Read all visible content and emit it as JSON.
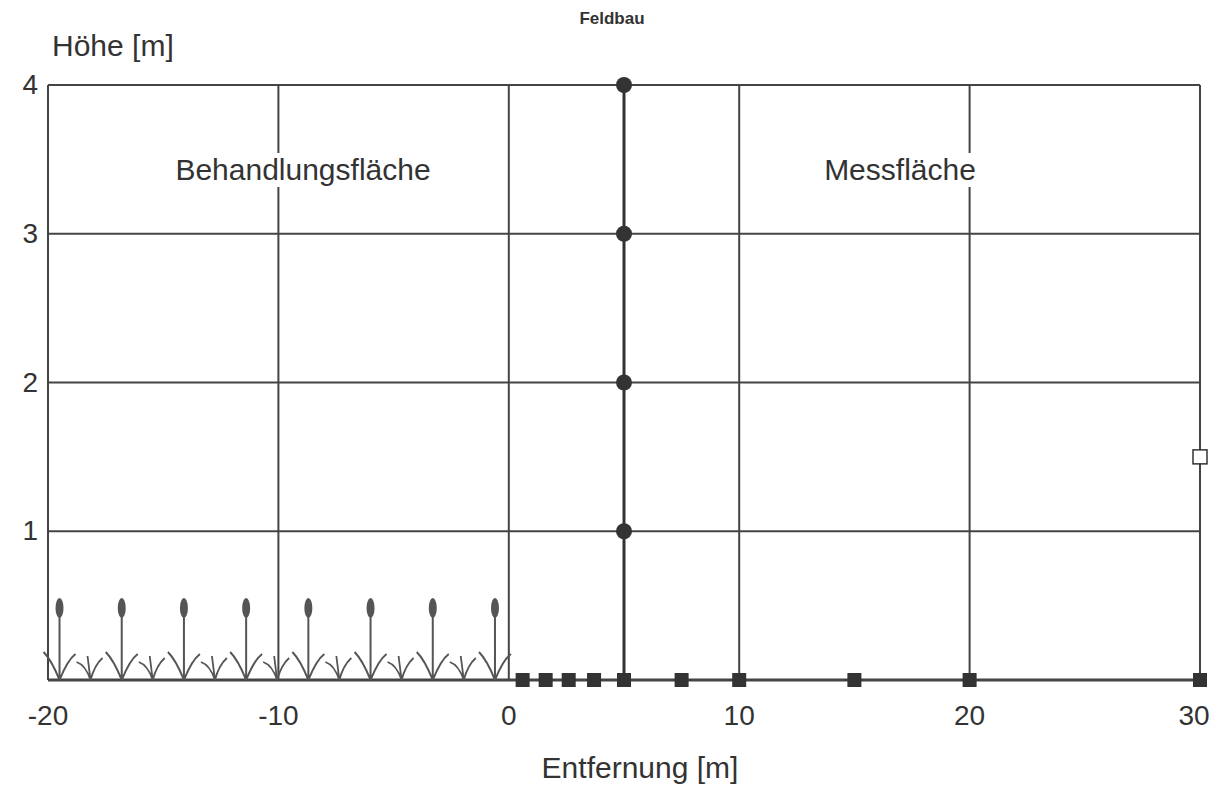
{
  "diagram": {
    "title": "Feldbau",
    "labels": [
      "Höhe [m]",
      "4",
      "3",
      "2",
      "1",
      "-20",
      "-10",
      "0",
      "10",
      "20",
      "30",
      "Entfernung [m]",
      "Behandlungsfläche",
      "Messfläche"
    ]
  }
}
